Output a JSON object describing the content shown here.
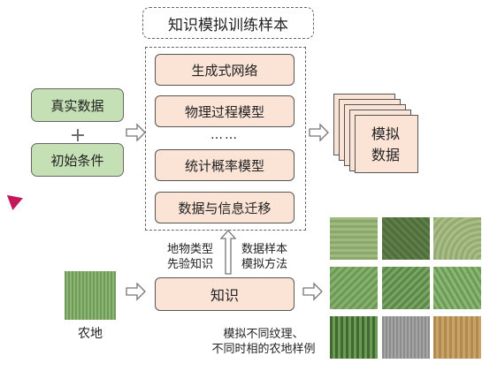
{
  "title": "知识模拟训练样本",
  "methods": [
    "生成式网络",
    "物理过程模型",
    "统计概率模型",
    "数据与信息迁移"
  ],
  "ellipsis": "……",
  "inputs": {
    "real_data": "真实数据",
    "plus": "+",
    "initial_conditions": "初始条件"
  },
  "output": {
    "line1": "模拟",
    "line2": "数据"
  },
  "knowledge": "知识",
  "farmland_label": "农地",
  "left_annotation": {
    "line1": "地物类型",
    "line2": "先验知识"
  },
  "right_annotation": {
    "line1": "数据样本",
    "line2": "模拟方法"
  },
  "samples_caption": {
    "line1": "模拟不同纹理、",
    "line2": "不同时相的农地样例"
  },
  "colors": {
    "method_fill": "#fbe3d6",
    "input_fill": "#c5e0b4",
    "pointer": "#c2185b"
  }
}
